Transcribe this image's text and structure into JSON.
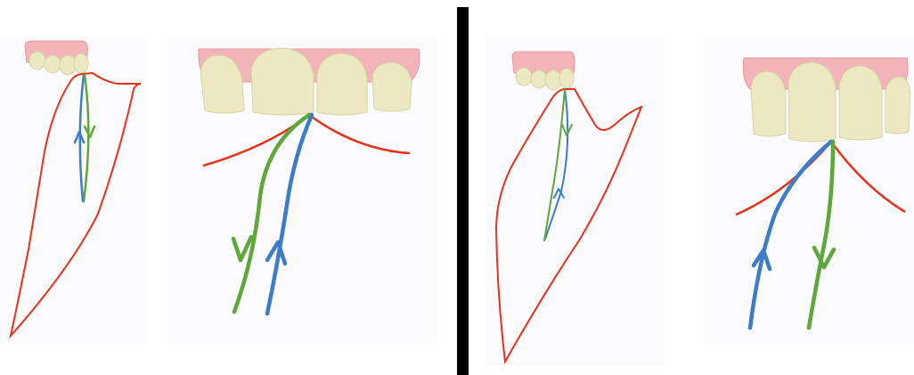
{
  "colors": {
    "background": "#ffffff",
    "panel_background": "#fbfbfd",
    "divider": "#000000",
    "gum": "#f2b4b8",
    "gum_dark": "#e59aa0",
    "tooth": "#ece9c2",
    "tooth_shadow": "#d8d3a4",
    "outline": "#e8321c",
    "opening_path": "#3c7cc8",
    "closing_path": "#5ea83a"
  },
  "icons": {
    "arrow": "arrowhead-icon"
  },
  "panels": [
    {
      "side": "left",
      "view": "sagittal",
      "path_arrows": [
        "up-icon",
        "down-icon"
      ]
    },
    {
      "side": "left",
      "view": "frontal",
      "path_arrows": [
        "down-icon",
        "up-icon"
      ]
    },
    {
      "side": "right",
      "view": "sagittal",
      "path_arrows": [
        "up-icon",
        "down-icon"
      ]
    },
    {
      "side": "right",
      "view": "frontal",
      "path_arrows": [
        "up-icon",
        "down-icon"
      ]
    }
  ]
}
